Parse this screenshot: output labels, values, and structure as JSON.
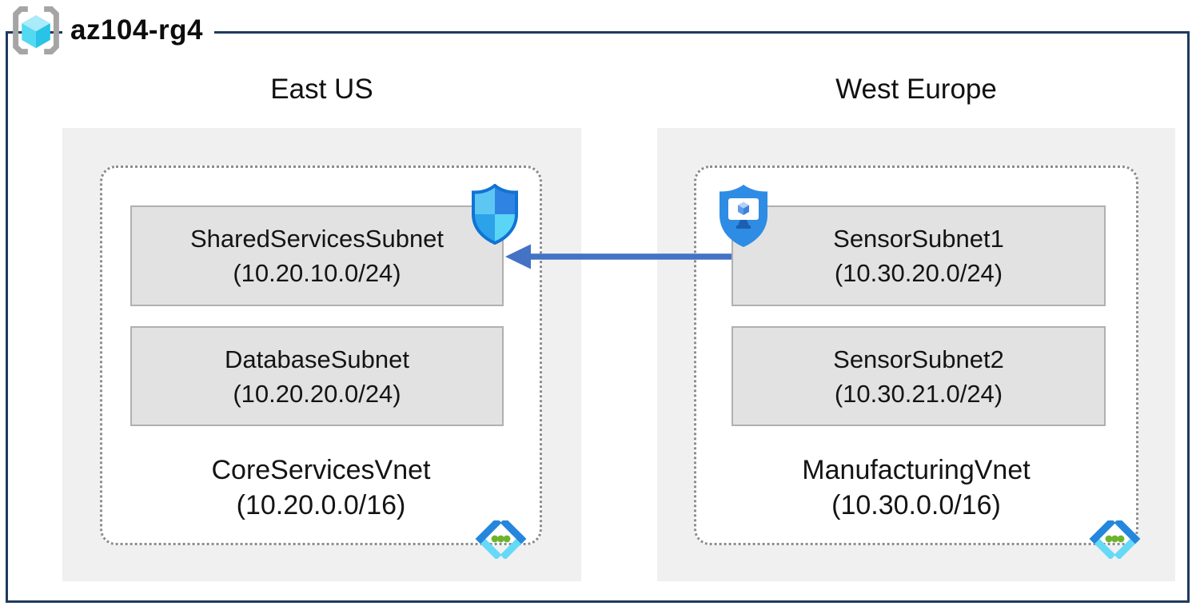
{
  "diagram": {
    "resource_group": {
      "name": "az104-rg4"
    }
  },
  "regions": [
    {
      "name": "East US",
      "vnet": {
        "name": "CoreServicesVnet",
        "cidr": "(10.20.0.0/16)"
      },
      "subnets": [
        {
          "name": "SharedServicesSubnet",
          "cidr": "(10.20.10.0/24)"
        },
        {
          "name": "DatabaseSubnet",
          "cidr": "(10.20.20.0/24)"
        }
      ]
    },
    {
      "name": "West Europe",
      "vnet": {
        "name": "ManufacturingVnet",
        "cidr": "(10.30.0.0/16)"
      },
      "subnets": [
        {
          "name": "SensorSubnet1",
          "cidr": "(10.30.20.0/24)"
        },
        {
          "name": "SensorSubnet2",
          "cidr": "(10.30.21.0/24)"
        }
      ]
    }
  ],
  "connection": {
    "from": "SensorSubnet1",
    "to": "SharedServicesSubnet",
    "direction": "right-to-left",
    "color": "#4472c4"
  },
  "icons": {
    "resource_group": "resource-group-icon",
    "east_subnet_badge": "network-security-shield-icon",
    "west_subnet_badge": "defender-for-iot-shield-icon",
    "vnet": "virtual-network-icon"
  },
  "colors": {
    "frame_border": "#1e3a5f",
    "region_background": "#f0f0f0",
    "subnet_fill": "#e2e2e2",
    "subnet_border": "#b0b0b0",
    "dashed_border": "#8c8c8c",
    "arrow": "#4472c4",
    "shield_outline": "#1173d4",
    "vnet_chevron_dark": "#2486dd",
    "vnet_chevron_light": "#66d9f7",
    "vnet_dots_green": "#6cb42e"
  }
}
